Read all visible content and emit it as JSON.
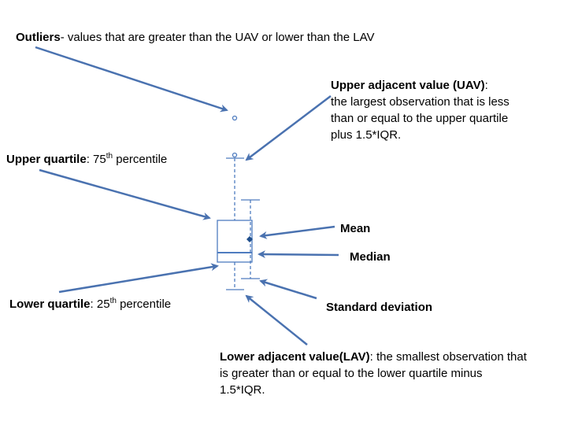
{
  "colors": {
    "line": "#4f7cbf",
    "arrow": "#4a72b0",
    "mean": "#1f4e8c"
  },
  "labels": {
    "outliers": {
      "term": "Outliers",
      "desc": "- values that are greater than the UAV or lower than the LAV"
    },
    "uav": {
      "term": "Upper adjacent value (UAV)",
      "colon": ":",
      "line1": "the largest observation that is less",
      "line2": "than or equal to the upper quartile",
      "line3": "plus 1.5*IQR."
    },
    "upper_quartile": {
      "term": "Upper quartile",
      "pre": ": 75",
      "sup": "th",
      "post": " percentile"
    },
    "mean": {
      "term": "Mean"
    },
    "median": {
      "term": "Median"
    },
    "lower_quartile": {
      "term": "Lower quartile",
      "pre": ": 25",
      "sup": "th",
      "post": " percentile"
    },
    "sd": {
      "term": "Standard deviation"
    },
    "lav": {
      "term": "Lower adjacent value(LAV)",
      "desc": ": the smallest observation that",
      "line2": "is greater than or equal to the lower quartile minus",
      "line3": "1.5*IQR."
    }
  }
}
